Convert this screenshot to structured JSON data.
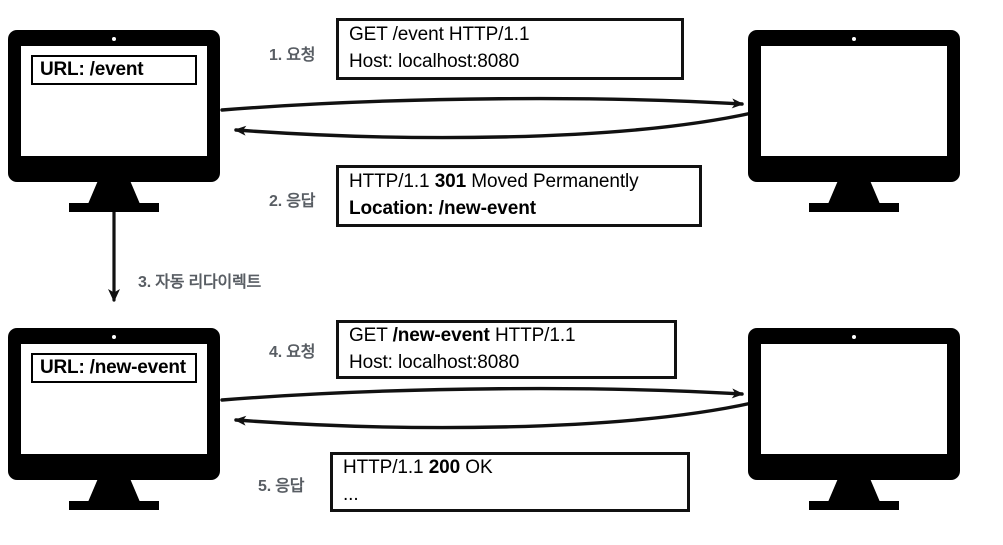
{
  "diagram": {
    "title": "HTTP 301 redirect flow",
    "accent_label_color": "#585d63",
    "ink_color": "#000000"
  },
  "clients": [
    {
      "name": "client-before-redirect",
      "url_label": "URL: /event"
    },
    {
      "name": "client-after-redirect",
      "url_label": "URL: /new-event"
    }
  ],
  "servers": [
    {
      "name": "server-top",
      "screen_text": ""
    },
    {
      "name": "server-bottom",
      "screen_text": ""
    }
  ],
  "steps": [
    {
      "id": "step-1",
      "label": "1. 요청"
    },
    {
      "id": "step-2",
      "label": "2. 응답"
    },
    {
      "id": "step-3",
      "label": "3. 자동 리다이렉트"
    },
    {
      "id": "step-4",
      "label": "4. 요청"
    },
    {
      "id": "step-5",
      "label": "5. 응답"
    }
  ],
  "messages": [
    {
      "id": "request-1",
      "line1_pre": "GET /event HTTP/1.1",
      "line1_bold": "",
      "line1_post": "",
      "line2": "Host: localhost:8080"
    },
    {
      "id": "response-301",
      "line1_pre": "HTTP/1.1 ",
      "line1_bold": "301",
      "line1_post": " Moved Permanently",
      "line2": "Location: /new-event"
    },
    {
      "id": "request-2",
      "line1_pre": "GET ",
      "line1_bold": "/new-event",
      "line1_post": " HTTP/1.1",
      "line2": "Host: localhost:8080"
    },
    {
      "id": "response-200",
      "line1_pre": "HTTP/1.1 ",
      "line1_bold": "200",
      "line1_post": " OK",
      "line2": "..."
    }
  ]
}
